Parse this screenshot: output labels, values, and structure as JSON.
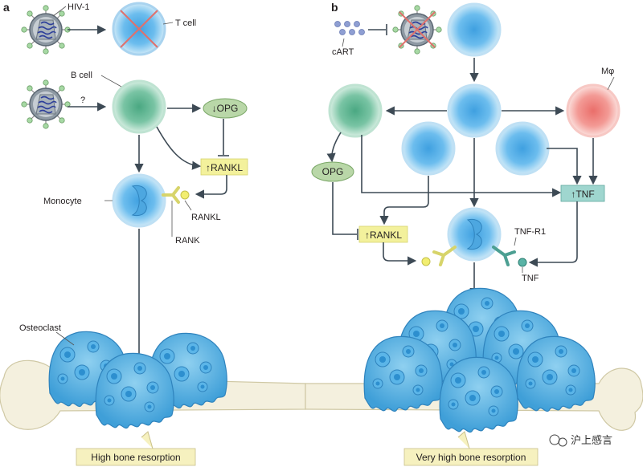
{
  "panels": {
    "a": {
      "letter": "a",
      "hiv_label": "HIV-1",
      "tcell_label": "T cell",
      "bcell_label": "B cell",
      "question": "?",
      "opg_label": "↓OPG",
      "rankl_box": "↑RANKL",
      "monocyte_label": "Monocyte",
      "rankl_ligand_label": "RANKL",
      "rank_label": "RANK",
      "osteoclast_label": "Osteoclast",
      "result_label": "High bone resorption"
    },
    "b": {
      "letter": "b",
      "cart_label": "cART",
      "macrophage_label": "Mφ",
      "opg_label": "OPG",
      "rankl_box": "↑RANKL",
      "tnf_box": "↑TNF",
      "tnfr1_label": "TNF-R1",
      "tnf_label": "TNF",
      "result_label": "Very high bone resorption"
    }
  },
  "watermark": "沪上感言",
  "colors": {
    "tcell_blue": "#5fb3e6",
    "bcell_green": "#6fbf9f",
    "macrophage_red": "#f08a86",
    "opg_green": "#b9d7a8",
    "rankl_yellow": "#f3f19c",
    "tnf_teal": "#9fd6cf",
    "osteoclast_blue": "#5bb0e0",
    "bone": "#f4f0de"
  }
}
